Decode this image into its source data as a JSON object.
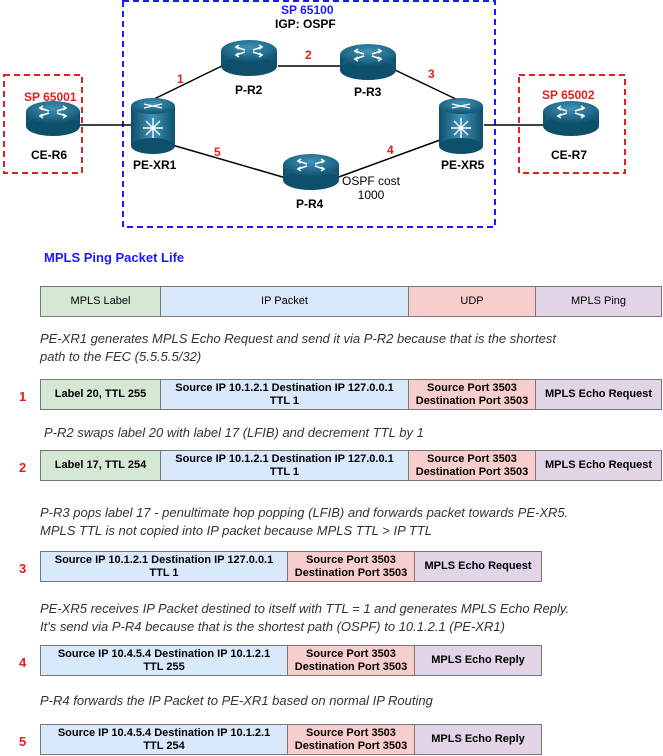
{
  "topology": {
    "sp_core": {
      "title": "SP 65100",
      "igp": "IGP: OSPF"
    },
    "sp_left": "SP 65001",
    "sp_right": "SP 65002",
    "routers": {
      "ce_r6": "CE-R6",
      "pe_xr1": "PE-XR1",
      "p_r2": "P-R2",
      "p_r3": "P-R3",
      "pe_xr5": "PE-XR5",
      "p_r4": "P-R4",
      "ce_r7": "CE-R7"
    },
    "link_numbers": {
      "l1": "1",
      "l2": "2",
      "l3": "3",
      "l4": "4",
      "l5": "5"
    },
    "ospf_cost": "OSPF cost\n1000",
    "colors": {
      "core_border": "#1a1aff",
      "edge_border": "#e02020",
      "router": "#1a6b8a"
    }
  },
  "packet_life": {
    "title": "MPLS Ping Packet Life",
    "header": {
      "mpls": "MPLS Label",
      "ip": "IP Packet",
      "udp": "UDP",
      "ping": "MPLS Ping"
    },
    "steps": [
      {
        "num": "1",
        "desc": "PE-XR1 generates MPLS Echo Request and send it via P-R2 because that is the shortest\npath to the FEC (5.5.5.5/32)",
        "label": "Label 20, TTL 255",
        "ip": "Source IP 10.1.2.1 Destination IP 127.0.0.1\nTTL 1",
        "udp": "Source Port 3503\nDestination Port 3503",
        "ping": "MPLS Echo Request"
      },
      {
        "num": "2",
        "desc": "P-R2 swaps label 20 with label 17 (LFIB) and decrement TTL by 1",
        "label": "Label 17, TTL 254",
        "ip": "Source IP 10.1.2.1 Destination IP 127.0.0.1\nTTL 1",
        "udp": "Source Port 3503\nDestination Port 3503",
        "ping": "MPLS Echo Request"
      },
      {
        "num": "3",
        "desc": "P-R3 pops label 17 - penultimate hop popping (LFIB) and forwards packet towards PE-XR5.\nMPLS TTL is not copied into IP packet because MPLS TTL > IP TTL",
        "ip": "Source IP 10.1.2.1 Destination IP 127.0.0.1\nTTL 1",
        "udp": "Source Port 3503\nDestination Port 3503",
        "ping": "MPLS Echo Request"
      },
      {
        "num": "4",
        "desc": "PE-XR5 receives IP Packet destined to itself with TTL = 1 and generates MPLS Echo Reply.\nIt's send via P-R4 because that is the shortest path (OSPF) to 10.1.2.1 (PE-XR1)",
        "ip": "Source IP 10.4.5.4 Destination IP 10.1.2.1\nTTL 255",
        "udp": "Source Port 3503\nDestination Port 3503",
        "ping": "MPLS Echo Reply"
      },
      {
        "num": "5",
        "desc": "P-R4 forwards the IP Packet to PE-XR1 based on normal IP Routing",
        "ip": "Source IP 10.4.5.4 Destination IP 10.1.2.1\nTTL 254",
        "udp": "Source Port 3503\nDestination Port 3503",
        "ping": "MPLS Echo Reply"
      }
    ]
  }
}
